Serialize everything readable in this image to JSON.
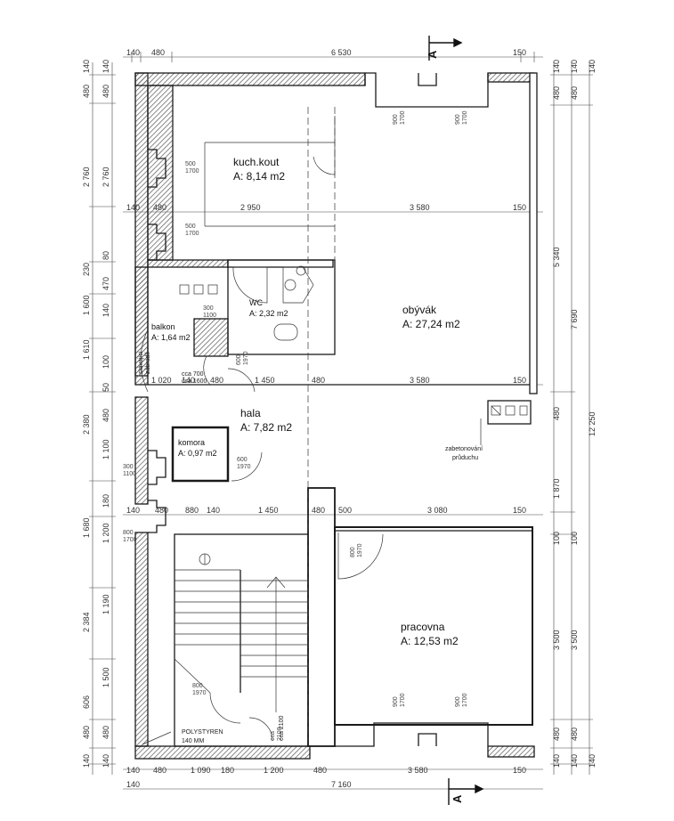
{
  "rooms": [
    {
      "name": "kuch.kout",
      "area": "A: 8,14 m2"
    },
    {
      "name": "obývák",
      "area": "A: 27,24 m2"
    },
    {
      "name": "WC",
      "area": "A: 2,32 m2"
    },
    {
      "name": "balkon",
      "area": "A: 1,64 m2"
    },
    {
      "name": "hala",
      "area": "A: 7,82 m2"
    },
    {
      "name": "komora",
      "area": "A: 0,97 m2"
    },
    {
      "name": "pracovna",
      "area": "A: 12,53 m2"
    }
  ],
  "section_marks": [
    "A",
    "A"
  ],
  "notes": {
    "zabetonovani": [
      "zabetonování",
      "průduchu"
    ],
    "zabradli": [
      "stávající",
      "zábradlí"
    ],
    "polystyren": [
      "POLYSTYREN",
      "140 MM"
    ],
    "cca700": "cca 700",
    "cca1600": "cca 1600",
    "cca2100": "cca 2100"
  },
  "top_dims": {
    "row1": [
      "140",
      "480",
      "6 530",
      "150"
    ],
    "row2": [
      "140",
      "480",
      "2 950",
      "3 580",
      "150"
    ],
    "row3": [
      "1 020",
      "140",
      "480",
      "1 450",
      "480",
      "3 580",
      "150"
    ],
    "row4": [
      "140",
      "480",
      "880",
      "140",
      "1 450",
      "480",
      "500",
      "3 080",
      "150"
    ],
    "bottom1": [
      "140",
      "480",
      "1 090",
      "180",
      "1 200",
      "480",
      "3 580",
      "150"
    ],
    "bottom2": [
      "140",
      "7 160"
    ]
  },
  "left_dims": {
    "outer": [
      "140",
      "480",
      "2 760",
      "230",
      "1 600",
      "1 610",
      "2 380",
      "1 680",
      "2 384",
      "606",
      "480",
      "140"
    ],
    "inner": [
      "140",
      "480",
      "2 760",
      "80",
      "470",
      "140",
      "100",
      "50",
      "480",
      "1 100",
      "180",
      "1 200",
      "1 190",
      "1 500",
      "480",
      "140"
    ]
  },
  "right_dims": {
    "inner": [
      "140",
      "480",
      "5 340",
      "480",
      "1 870",
      "100",
      "3 500",
      "480",
      "140"
    ],
    "middle": [
      "140",
      "480",
      "7 690",
      "100",
      "3 500",
      "480",
      "140"
    ],
    "outer": [
      "140",
      "12 250",
      "140"
    ]
  },
  "openings": [
    "900 1700",
    "900 1700",
    "500 1700",
    "500 1700",
    "300 1100",
    "300 1100",
    "800 1700",
    "600 1970",
    "600 1970",
    "800 1970",
    "800 1970",
    "900 1700",
    "900 1700",
    "cca 2100"
  ],
  "colors": {
    "line": "#1a1a1a",
    "hatch": "#6b6b6b",
    "dim": "#333333"
  }
}
